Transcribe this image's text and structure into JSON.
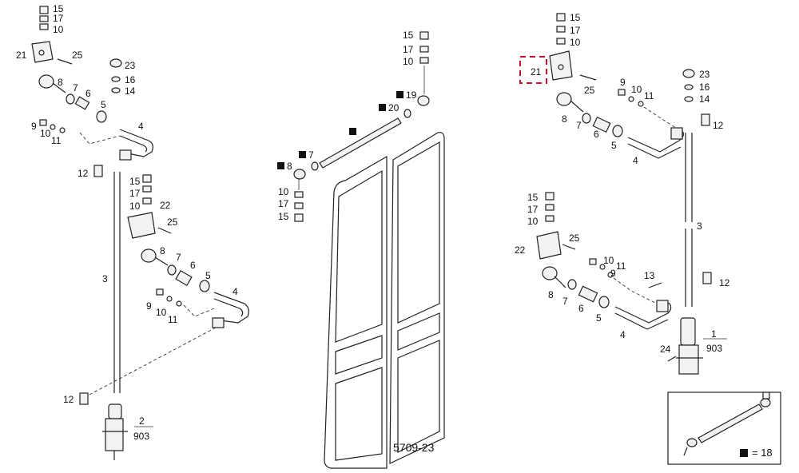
{
  "figure_id": "5709-23",
  "legend": {
    "text": "= 18"
  },
  "highlight": {
    "label": "21"
  },
  "left_assembly": {
    "labels": [
      "15",
      "17",
      "10",
      "21",
      "25",
      "23",
      "16",
      "14",
      "8",
      "7",
      "6",
      "5",
      "4",
      "9",
      "10",
      "11",
      "12",
      "15",
      "17",
      "10",
      "22",
      "25",
      "8",
      "7",
      "6",
      "5",
      "4",
      "9",
      "10",
      "11",
      "3",
      "12"
    ],
    "ref": {
      "num": "2",
      "den": "903"
    }
  },
  "center_assembly": {
    "labels_plain": [
      "15",
      "17",
      "10",
      "10",
      "17",
      "15"
    ],
    "labels_marked": [
      "19",
      "20",
      "7",
      "8"
    ]
  },
  "right_assembly": {
    "labels": [
      "15",
      "17",
      "10",
      "23",
      "16",
      "14",
      "25",
      "9",
      "10",
      "11",
      "12",
      "8",
      "7",
      "6",
      "5",
      "4",
      "15",
      "17",
      "10",
      "3",
      "22",
      "25",
      "9",
      "10",
      "11",
      "13",
      "12",
      "8",
      "7",
      "6",
      "5",
      "4",
      "24"
    ],
    "ref": {
      "num": "1",
      "den": "903"
    }
  }
}
